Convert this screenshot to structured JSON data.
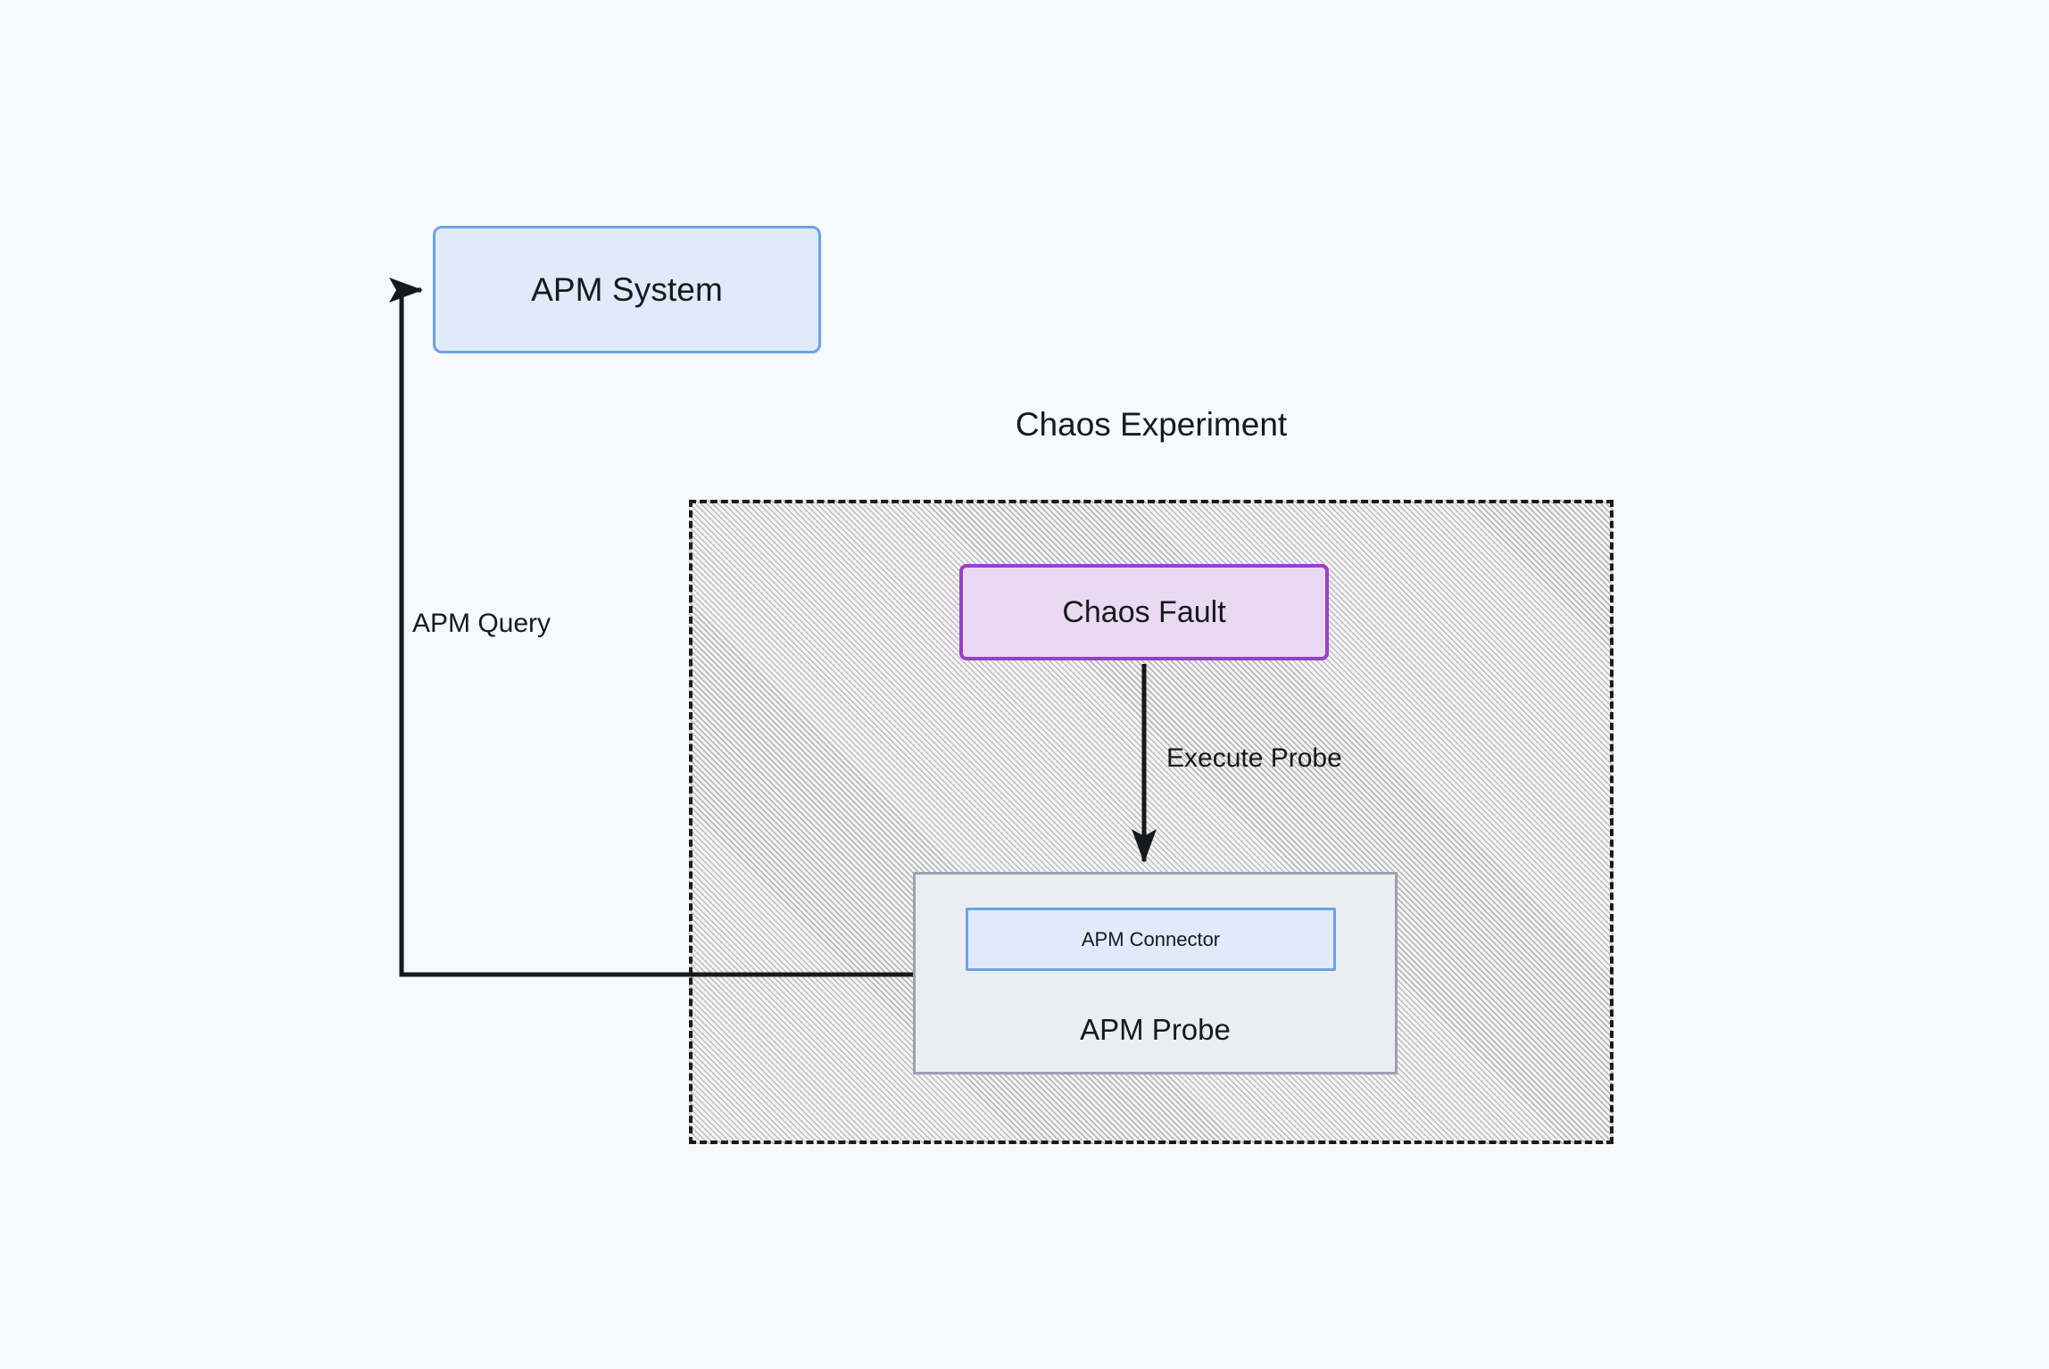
{
  "diagram": {
    "title": "Chaos Experiment",
    "background_color": "#f7f9fb",
    "nodes": {
      "apm_system": {
        "label": "APM System",
        "fill": "#dfeafb",
        "stroke": "#6aa3ea"
      },
      "chaos_fault": {
        "label": "Chaos Fault",
        "fill": "#e9d9f2",
        "stroke": "#9b3fc4"
      },
      "apm_probe": {
        "label": "APM Probe",
        "fill": "#ecedef",
        "stroke": "#9aa3b0"
      },
      "apm_connector": {
        "label": "APM Connector",
        "fill": "#dfeafb",
        "stroke": "#6aa3ea"
      }
    },
    "group": {
      "label": "Chaos Experiment",
      "stroke": "#1a1a1a",
      "fill": "#f2f2f2",
      "border_style": "dashed",
      "pattern": "diagonal-hatch"
    },
    "edges": [
      {
        "id": "execute-probe",
        "label": "Execute Probe",
        "from": "chaos_fault",
        "to": "apm_probe",
        "direction": "down",
        "arrow": "end"
      },
      {
        "id": "apm-query",
        "label": "APM Query",
        "from": "apm_probe",
        "to": "apm_system",
        "direction": "left-up-right",
        "arrow": "end"
      }
    ]
  }
}
